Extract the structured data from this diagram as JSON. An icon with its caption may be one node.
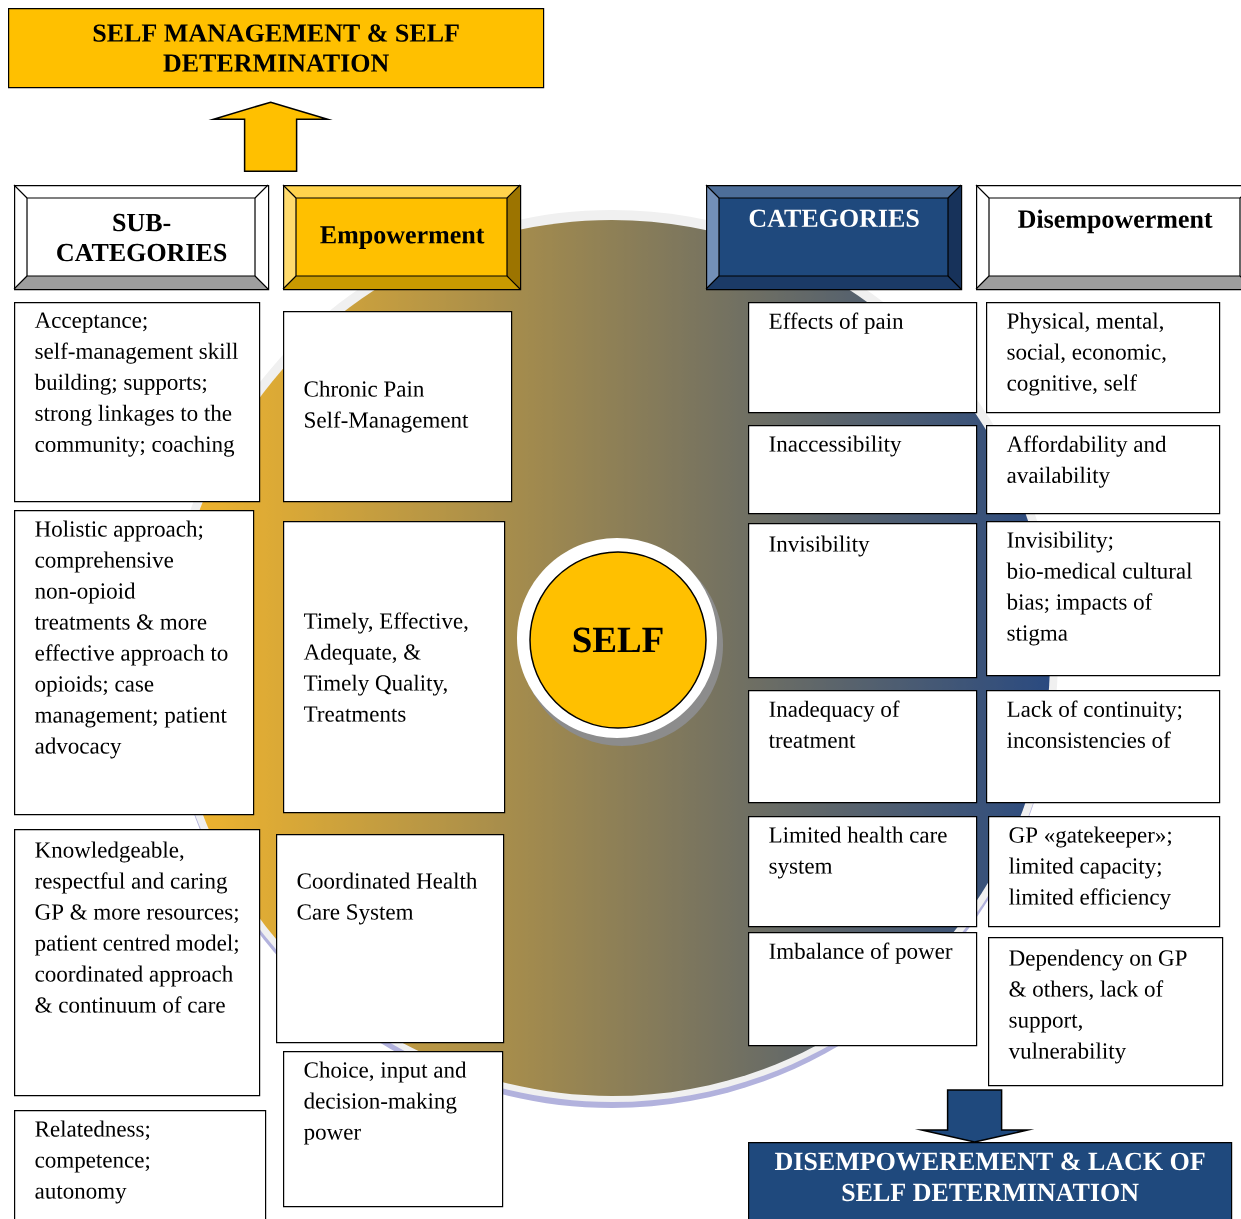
{
  "diagram": {
    "nodes": [
      {
        "text": [
          "SELF MANAGEMENT & SELF DETERMINATION"
        ]
      },
      {
        "text": [
          "SUB-CATEGORIES"
        ]
      },
      {
        "text": [
          "Empowerment"
        ]
      },
      {
        "text": [
          "CATEGORIES"
        ]
      },
      {
        "text": [
          "Disempowerment"
        ]
      },
      {
        "text": [
          "SELF"
        ]
      },
      {
        "text": [
          "Acceptance; self-management skill building; supports; strong linkages to the community; coaching"
        ]
      },
      {
        "text": [
          "Holistic approach; comprehensive non-opioid treatments & more effective approach to opioids; case management; patient advocacy"
        ]
      },
      {
        "text": [
          "Knowledgeable, respectful and caring GP & more resources; patient centred model; coordinated approach & continuum of care"
        ]
      },
      {
        "text": [
          "Relatedness; competence; autonomy"
        ]
      },
      {
        "text": [
          "Chronic Pain Self-Management"
        ]
      },
      {
        "text": [
          "Timely, Effective, Adequate, & Timely Quality, Treatments"
        ]
      },
      {
        "text": [
          "Coordinated Health Care System"
        ]
      },
      {
        "text": [
          "Choice, input and decision-making power"
        ]
      },
      {
        "text": [
          "Effects of pain"
        ]
      },
      {
        "text": [
          "Inaccessibility"
        ]
      },
      {
        "text": [
          "Invisibility"
        ]
      },
      {
        "text": [
          "Inadequacy of treatment"
        ]
      },
      {
        "text": [
          "Limited health care system"
        ]
      },
      {
        "text": [
          "Imbalance of power"
        ]
      },
      {
        "text": [
          "Physical, mental, social, economic, cognitive, self"
        ]
      },
      {
        "text": [
          "Affordability and availability"
        ]
      },
      {
        "text": [
          "Invisibility; bio-medical cultural bias; impacts of stigma"
        ]
      },
      {
        "text": [
          "Lack of continuity; inconsistencies of"
        ]
      },
      {
        "text": [
          "GP «gatekeeper»; limited capacity; limited efficiency"
        ]
      },
      {
        "text": [
          "Dependency on GP & others, lack of support, vulnerability"
        ]
      },
      {
        "text": [
          "DISEMPOWEREMENT & LACK OF SELF DETERMINATION"
        ]
      }
    ],
    "edges": [
      {
        "from": null,
        "to": 0,
        "arrow": "to",
        "color": "#ffc000"
      },
      {
        "from": null,
        "to": 26,
        "arrow": "to",
        "color": "#1f497d"
      }
    ]
  }
}
